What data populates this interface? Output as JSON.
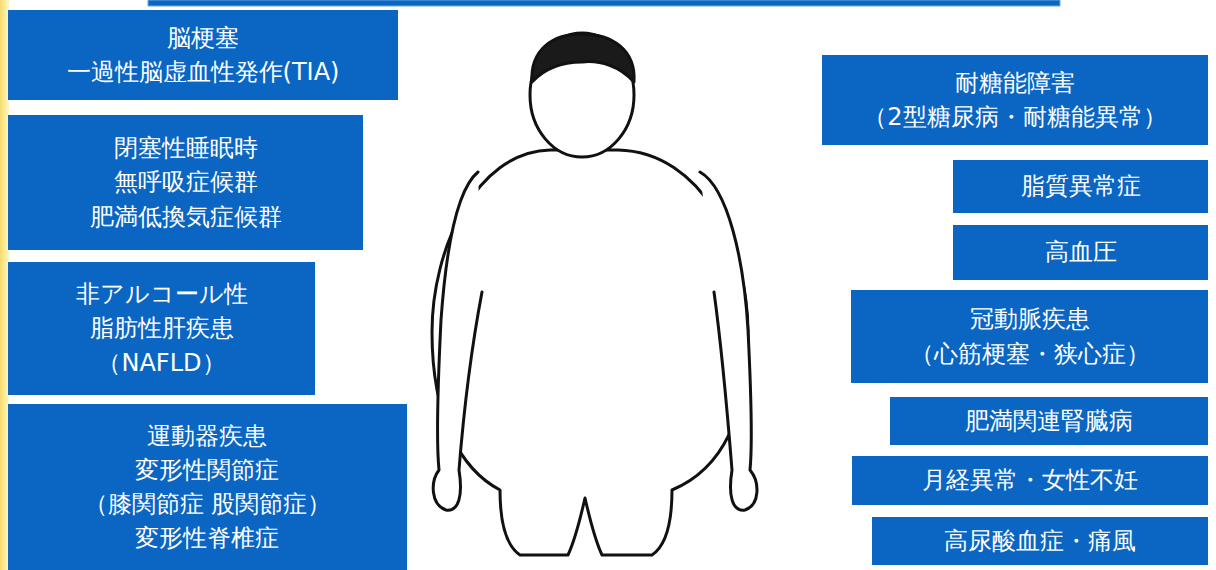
{
  "diagram": {
    "nodes": [
      {
        "text": [
          "脳梗塞 一過性脳虚血性発作(TIA)"
        ]
      },
      {
        "text": [
          "閉塞性睡眠時 無呼吸症候群 肥満低換気症候群"
        ]
      },
      {
        "text": [
          "非アルコール性 脂肪性肝疾患 （NAFLD）"
        ]
      },
      {
        "text": [
          "運動器疾患 変形性関節症 （膝関節症 股関節症） 変形性脊椎症"
        ]
      },
      {
        "text": [
          "耐糖能障害 （2型糖尿病・耐糖能異常）"
        ]
      },
      {
        "text": [
          "脂質異常症"
        ]
      },
      {
        "text": [
          "高血圧"
        ]
      },
      {
        "text": [
          "冠動脈疾患 （心筋梗塞・狭心症）"
        ]
      },
      {
        "text": [
          "肥満関連腎臓病"
        ]
      },
      {
        "text": [
          "月経異常・女性不妊"
        ]
      },
      {
        "text": [
          "高尿酸血症・痛風"
        ]
      }
    ]
  }
}
